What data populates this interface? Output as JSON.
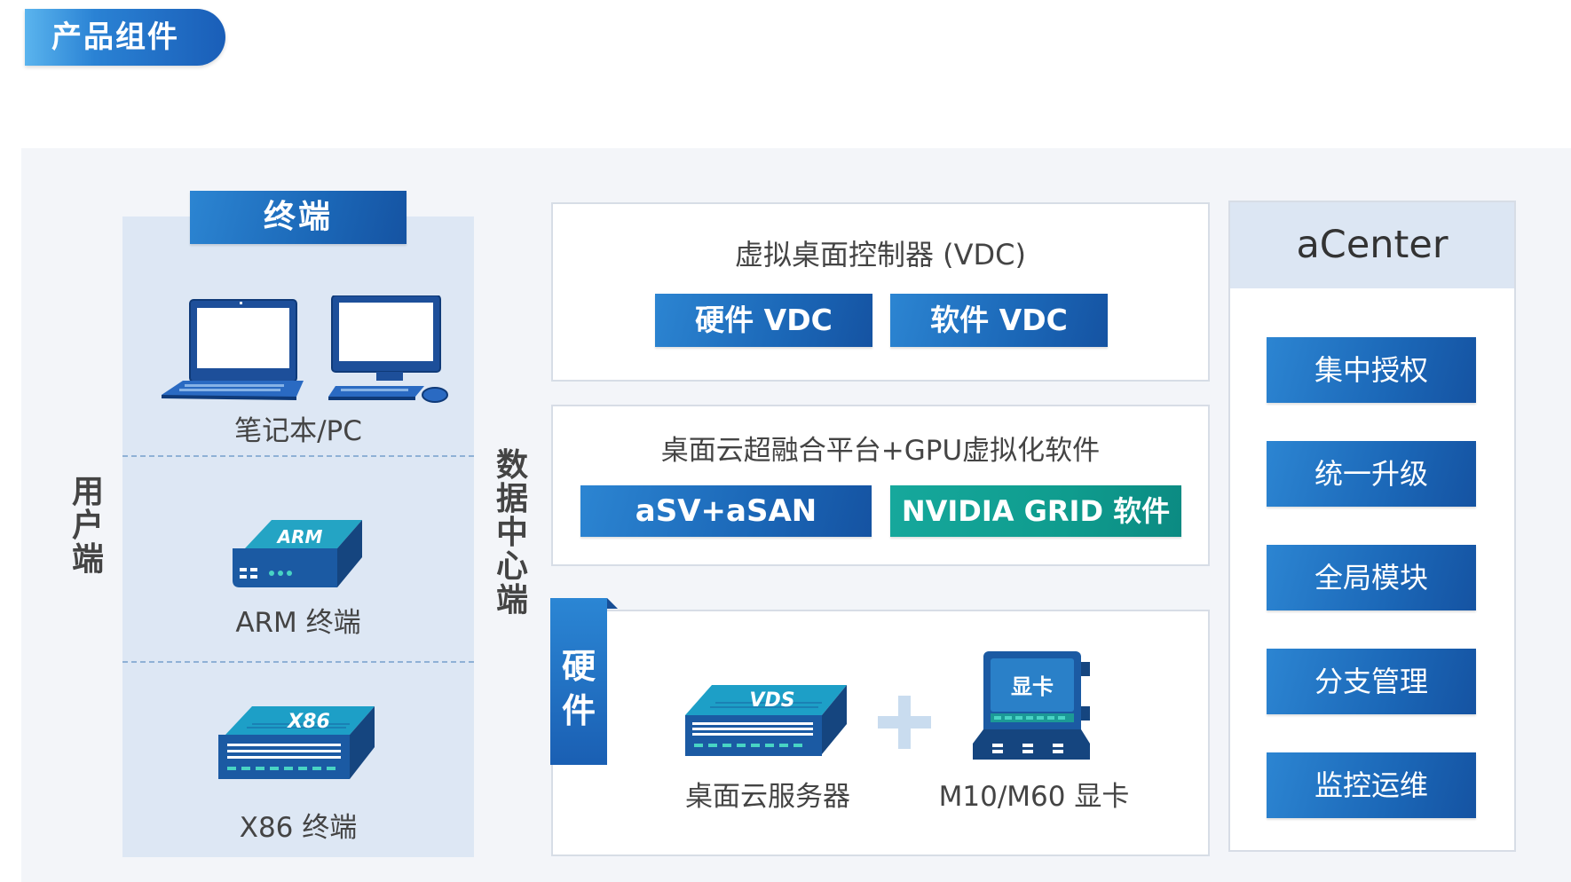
{
  "header": {
    "title": "产品组件"
  },
  "user_side": {
    "label": "用户端",
    "title": "终端",
    "devices": [
      {
        "name": "笔记本/PC",
        "icon": "laptop-desktop-icon"
      },
      {
        "name": "ARM 终端",
        "icon": "arm-box-icon",
        "badge": "ARM"
      },
      {
        "name": "X86 终端",
        "icon": "x86-box-icon",
        "badge": "X86"
      }
    ]
  },
  "datacenter": {
    "label": "数据中心端",
    "vdc": {
      "title": "虚拟桌面控制器 (VDC)",
      "hardware": "硬件 VDC",
      "software": "软件 VDC"
    },
    "platform": {
      "title": "桌面云超融合平台+GPU虚拟化软件",
      "asv": "aSV+aSAN",
      "nvidia": "NVIDIA GRID 软件"
    },
    "hardware": {
      "tag": "硬件",
      "server": {
        "name": "桌面云服务器",
        "badge": "VDS"
      },
      "gpu": {
        "name": "M10/M60 显卡",
        "badge": "显卡"
      }
    }
  },
  "acenter": {
    "title": "aCenter",
    "items": [
      "集中授权",
      "统一升级",
      "全局模块",
      "分支管理",
      "监控运维"
    ]
  },
  "colors": {
    "primary_blue": "#1b67b7",
    "teal": "#0f9c8e",
    "panel": "#f3f5f9",
    "user_panel": "#dde7f4"
  }
}
